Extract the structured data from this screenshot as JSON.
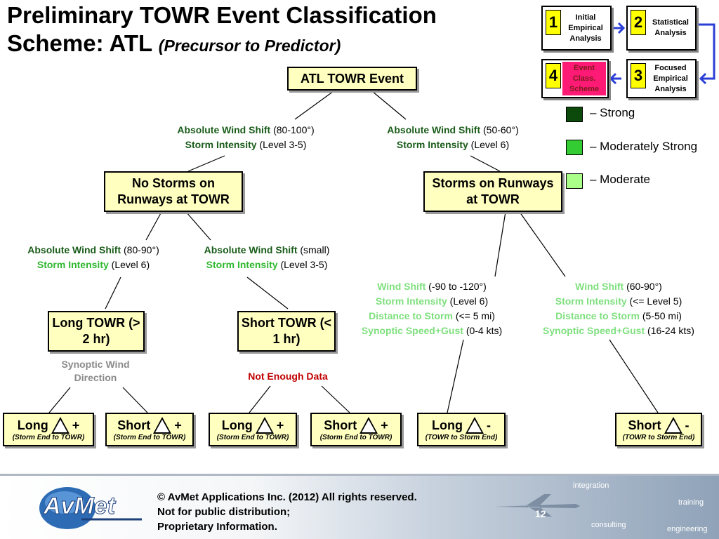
{
  "title": {
    "line1": "Preliminary TOWR Event Classification",
    "line2": "Scheme: ATL",
    "subtitle": "(Precursor to Predictor)"
  },
  "process": [
    {
      "num": "1",
      "label": "Initial Empirical Analysis"
    },
    {
      "num": "2",
      "label": "Statistical Analysis"
    },
    {
      "num": "3",
      "label": "Focused Empirical Analysis"
    },
    {
      "num": "4",
      "label": "Event Class. Scheme"
    }
  ],
  "legend": [
    {
      "label": "– Strong",
      "color": "#0b4a0b"
    },
    {
      "label": "– Moderately Strong",
      "color": "#33cc33"
    },
    {
      "label": "– Moderate",
      "color": "#aaff88"
    }
  ],
  "tree": {
    "root": "ATL TOWR Event",
    "left_cond": {
      "l1_term": "Absolute Wind Shift",
      "l1_val": "(80-100°)",
      "l2_term": "Storm Intensity",
      "l2_val": "(Level 3-5)"
    },
    "right_cond": {
      "l1_term": "Absolute Wind Shift",
      "l1_val": "(50-60°)",
      "l2_term": "Storm Intensity",
      "l2_val": "(Level 6)"
    },
    "no_storms": "No Storms on Runways at TOWR",
    "storms": "Storms on Runways at TOWR",
    "ns_left_cond": {
      "l1_term": "Absolute Wind Shift",
      "l1_val": "(80-90°)",
      "l2_term": "Storm Intensity",
      "l2_val": "(Level 6)"
    },
    "ns_right_cond": {
      "l1_term": "Absolute Wind Shift",
      "l1_val": "(small)",
      "l2_term": "Storm Intensity",
      "l2_val": "(Level 3-5)"
    },
    "s_left_cond": {
      "l1_term": "Wind Shift",
      "l1_val": "(-90 to -120°)",
      "l2_term": "Storm Intensity",
      "l2_val": "(Level 6)",
      "l3_term": "Distance to Storm",
      "l3_val": "(<= 5 mi)",
      "l4_term": "Synoptic Speed+Gust",
      "l4_val": "(0-4 kts)"
    },
    "s_right_cond": {
      "l1_term": "Wind Shift",
      "l1_val": "(60-90°)",
      "l2_term": "Storm Intensity",
      "l2_val": "(<= Level 5)",
      "l3_term": "Distance to Storm",
      "l3_val": "(5-50 mi)",
      "l4_term": "Synoptic Speed+Gust",
      "l4_val": "(16-24 kts)"
    },
    "long_towr": "Long TOWR (> 2 hr)",
    "short_towr": "Short TOWR (< 1 hr)",
    "synoptic_note": "Synoptic Wind Direction",
    "not_enough": "Not Enough Data",
    "leaves": [
      {
        "word": "Long",
        "sign": "+",
        "note": "(Storm End to TOWR)"
      },
      {
        "word": "Short",
        "sign": "+",
        "note": "(Storm End to TOWR)"
      },
      {
        "word": "Long",
        "sign": "+",
        "note": "(Storm End to TOWR)"
      },
      {
        "word": "Short",
        "sign": "+",
        "note": "(Storm End to TOWR)"
      },
      {
        "word": "Long",
        "sign": "-",
        "note": "(TOWR to Storm End)"
      },
      {
        "word": "Short",
        "sign": "-",
        "note": "(TOWR to Storm End)"
      }
    ]
  },
  "footer": {
    "logo": "AvMet",
    "line1": "© AvMet Applications Inc. (2012) All rights reserved.",
    "line2": "Not for public distribution;",
    "line3": "Proprietary Information.",
    "page": "12",
    "words": [
      "integration",
      "training",
      "consulting",
      "engineering"
    ]
  }
}
